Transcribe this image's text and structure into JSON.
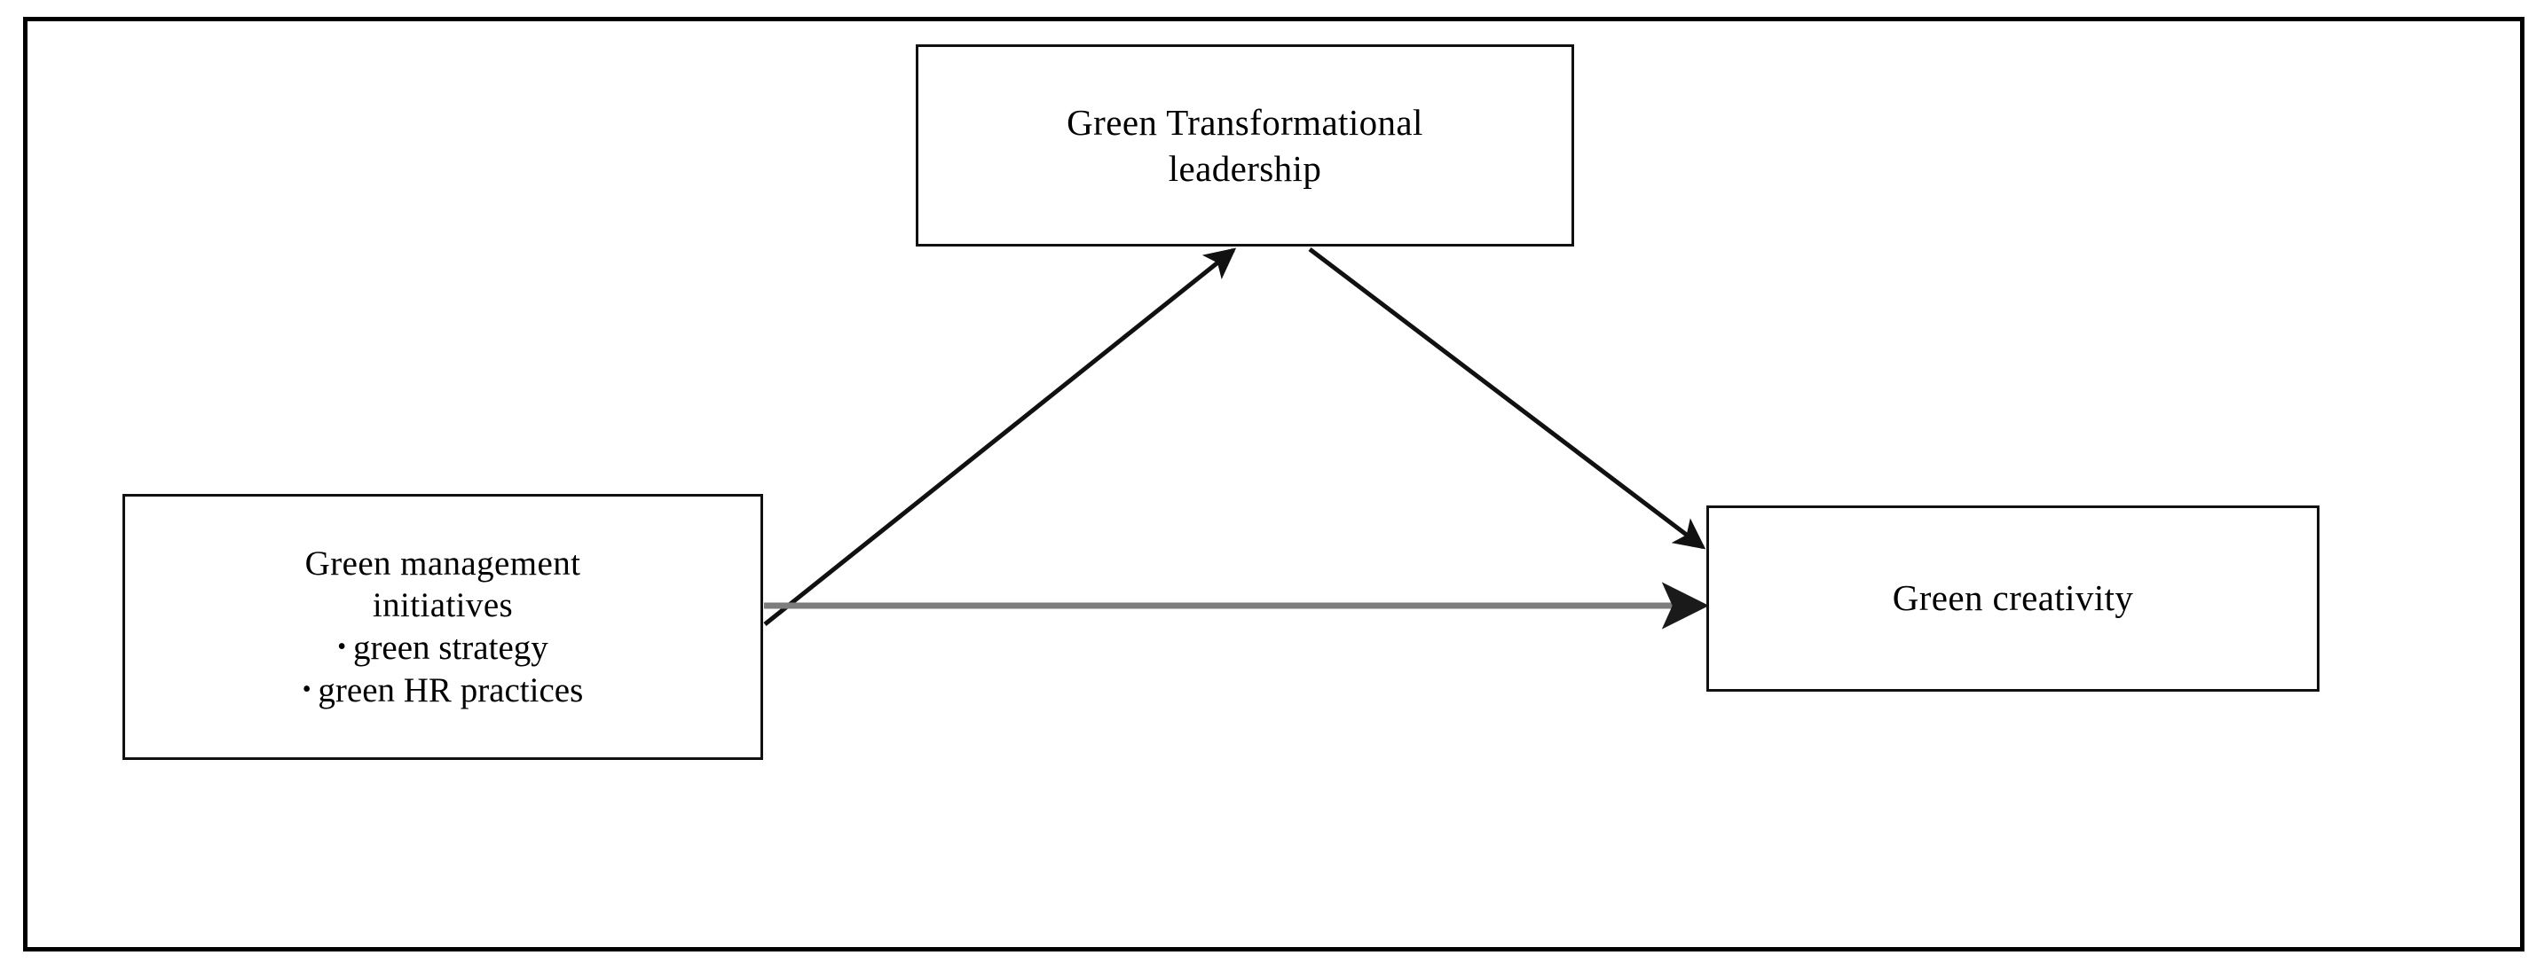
{
  "figure": {
    "type": "conceptual-model-diagram",
    "background_color": "#ffffff",
    "frame_color": "#000000",
    "box_border_color": "#111111",
    "text_color": "#000000",
    "solid_arrow_color": "#111111",
    "gray_arrow_color": "#7d7d7d"
  },
  "nodes": {
    "leadership": {
      "id": "green-transformational-leadership",
      "line1": "Green Transformational",
      "line2": "leadership"
    },
    "initiatives": {
      "id": "green-management-initiatives",
      "line1": "Green management",
      "line2": "initiatives",
      "bullet_mark": "•",
      "bullets": [
        "green strategy",
        "green HR practices"
      ]
    },
    "creativity": {
      "id": "green-creativity",
      "line1": "Green creativity"
    }
  },
  "edges": [
    {
      "name": "initiatives-to-leadership",
      "from": "green-management-initiatives",
      "to": "green-transformational-leadership",
      "style": "solid",
      "color": "#111111",
      "label": ""
    },
    {
      "name": "leadership-to-creativity",
      "from": "green-transformational-leadership",
      "to": "green-creativity",
      "style": "solid",
      "color": "#111111",
      "label": ""
    },
    {
      "name": "initiatives-to-creativity",
      "from": "green-management-initiatives",
      "to": "green-creativity",
      "style": "solid",
      "color": "#7d7d7d",
      "label": ""
    }
  ]
}
